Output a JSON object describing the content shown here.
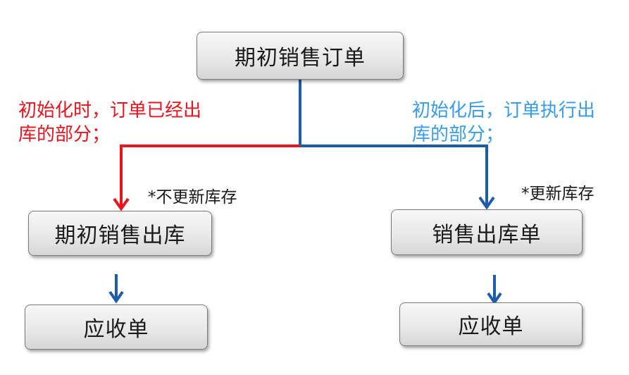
{
  "nodes": {
    "root": "期初销售订单",
    "left_outbound": "期初销售出库",
    "right_outbound": "销售出库单",
    "left_receivable": "应收单",
    "right_receivable": "应收单"
  },
  "branch_labels": {
    "left": {
      "line1": "初始化时，订单已经出",
      "line2": "库的部分；",
      "color": "#e8141e"
    },
    "right": {
      "line1": "初始化后，订单执行出",
      "line2": "库的部分；",
      "color": "#3a9be8"
    }
  },
  "notes": {
    "left": "*不更新库存",
    "right": "*更新库存"
  },
  "colors": {
    "blue_line": "#1c5ca8",
    "red_line": "#e8141e",
    "node_border": "#7a7a7a"
  }
}
